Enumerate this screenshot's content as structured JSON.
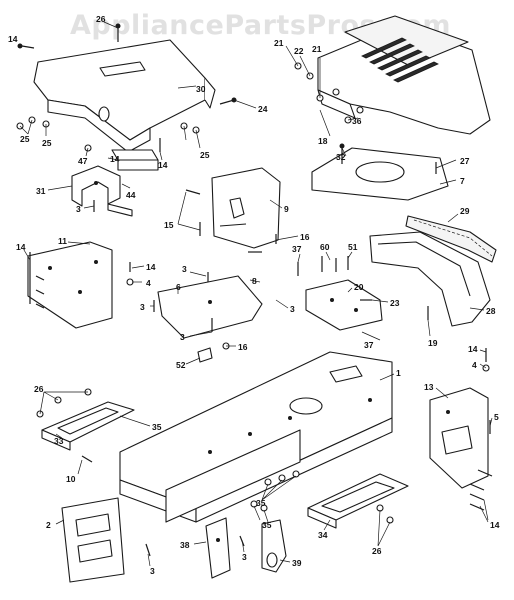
{
  "watermark": "AppliancePartsPros.com",
  "callouts": [
    {
      "id": "c14a",
      "text": "14"
    },
    {
      "id": "c26",
      "text": "26"
    },
    {
      "id": "c30",
      "text": "30"
    },
    {
      "id": "c24",
      "text": "24"
    },
    {
      "id": "c25a",
      "text": "25"
    },
    {
      "id": "c25b",
      "text": "25"
    },
    {
      "id": "c47",
      "text": "47"
    },
    {
      "id": "c14b",
      "text": "14"
    },
    {
      "id": "c14c",
      "text": "14"
    },
    {
      "id": "c25c",
      "text": "25"
    },
    {
      "id": "c31",
      "text": "31"
    },
    {
      "id": "c44",
      "text": "44"
    },
    {
      "id": "c3a",
      "text": "3"
    },
    {
      "id": "c21a",
      "text": "21"
    },
    {
      "id": "c22",
      "text": "22"
    },
    {
      "id": "c21b",
      "text": "21"
    },
    {
      "id": "c36",
      "text": "36"
    },
    {
      "id": "c18",
      "text": "18"
    },
    {
      "id": "c32",
      "text": "32"
    },
    {
      "id": "c27",
      "text": "27"
    },
    {
      "id": "c7",
      "text": "7"
    },
    {
      "id": "c9",
      "text": "9"
    },
    {
      "id": "c15",
      "text": "15"
    },
    {
      "id": "c16a",
      "text": "16"
    },
    {
      "id": "c29",
      "text": "29"
    },
    {
      "id": "c14d",
      "text": "14"
    },
    {
      "id": "c11",
      "text": "11"
    },
    {
      "id": "c14e",
      "text": "14"
    },
    {
      "id": "c4a",
      "text": "4"
    },
    {
      "id": "c3b",
      "text": "3"
    },
    {
      "id": "c8",
      "text": "8"
    },
    {
      "id": "c6",
      "text": "6"
    },
    {
      "id": "c3c",
      "text": "3"
    },
    {
      "id": "c3d",
      "text": "3"
    },
    {
      "id": "c3e",
      "text": "3"
    },
    {
      "id": "c16b",
      "text": "16"
    },
    {
      "id": "c52",
      "text": "52"
    },
    {
      "id": "c37a",
      "text": "37"
    },
    {
      "id": "c60",
      "text": "60"
    },
    {
      "id": "c51",
      "text": "51"
    },
    {
      "id": "c20",
      "text": "20"
    },
    {
      "id": "c23",
      "text": "23"
    },
    {
      "id": "c37b",
      "text": "37"
    },
    {
      "id": "c19",
      "text": "19"
    },
    {
      "id": "c28",
      "text": "28"
    },
    {
      "id": "c14f",
      "text": "14"
    },
    {
      "id": "c4b",
      "text": "4"
    },
    {
      "id": "c1",
      "text": "1"
    },
    {
      "id": "c13",
      "text": "13"
    },
    {
      "id": "c5",
      "text": "5"
    },
    {
      "id": "c26b",
      "text": "26"
    },
    {
      "id": "c35a",
      "text": "35"
    },
    {
      "id": "c33",
      "text": "33"
    },
    {
      "id": "c10",
      "text": "10"
    },
    {
      "id": "c2",
      "text": "2"
    },
    {
      "id": "c3f",
      "text": "3"
    },
    {
      "id": "c35b",
      "text": "35"
    },
    {
      "id": "c35c",
      "text": "35"
    },
    {
      "id": "c34",
      "text": "34"
    },
    {
      "id": "c26c",
      "text": "26"
    },
    {
      "id": "c14g",
      "text": "14"
    },
    {
      "id": "c38",
      "text": "38"
    },
    {
      "id": "c3g",
      "text": "3"
    },
    {
      "id": "c39",
      "text": "39"
    }
  ]
}
